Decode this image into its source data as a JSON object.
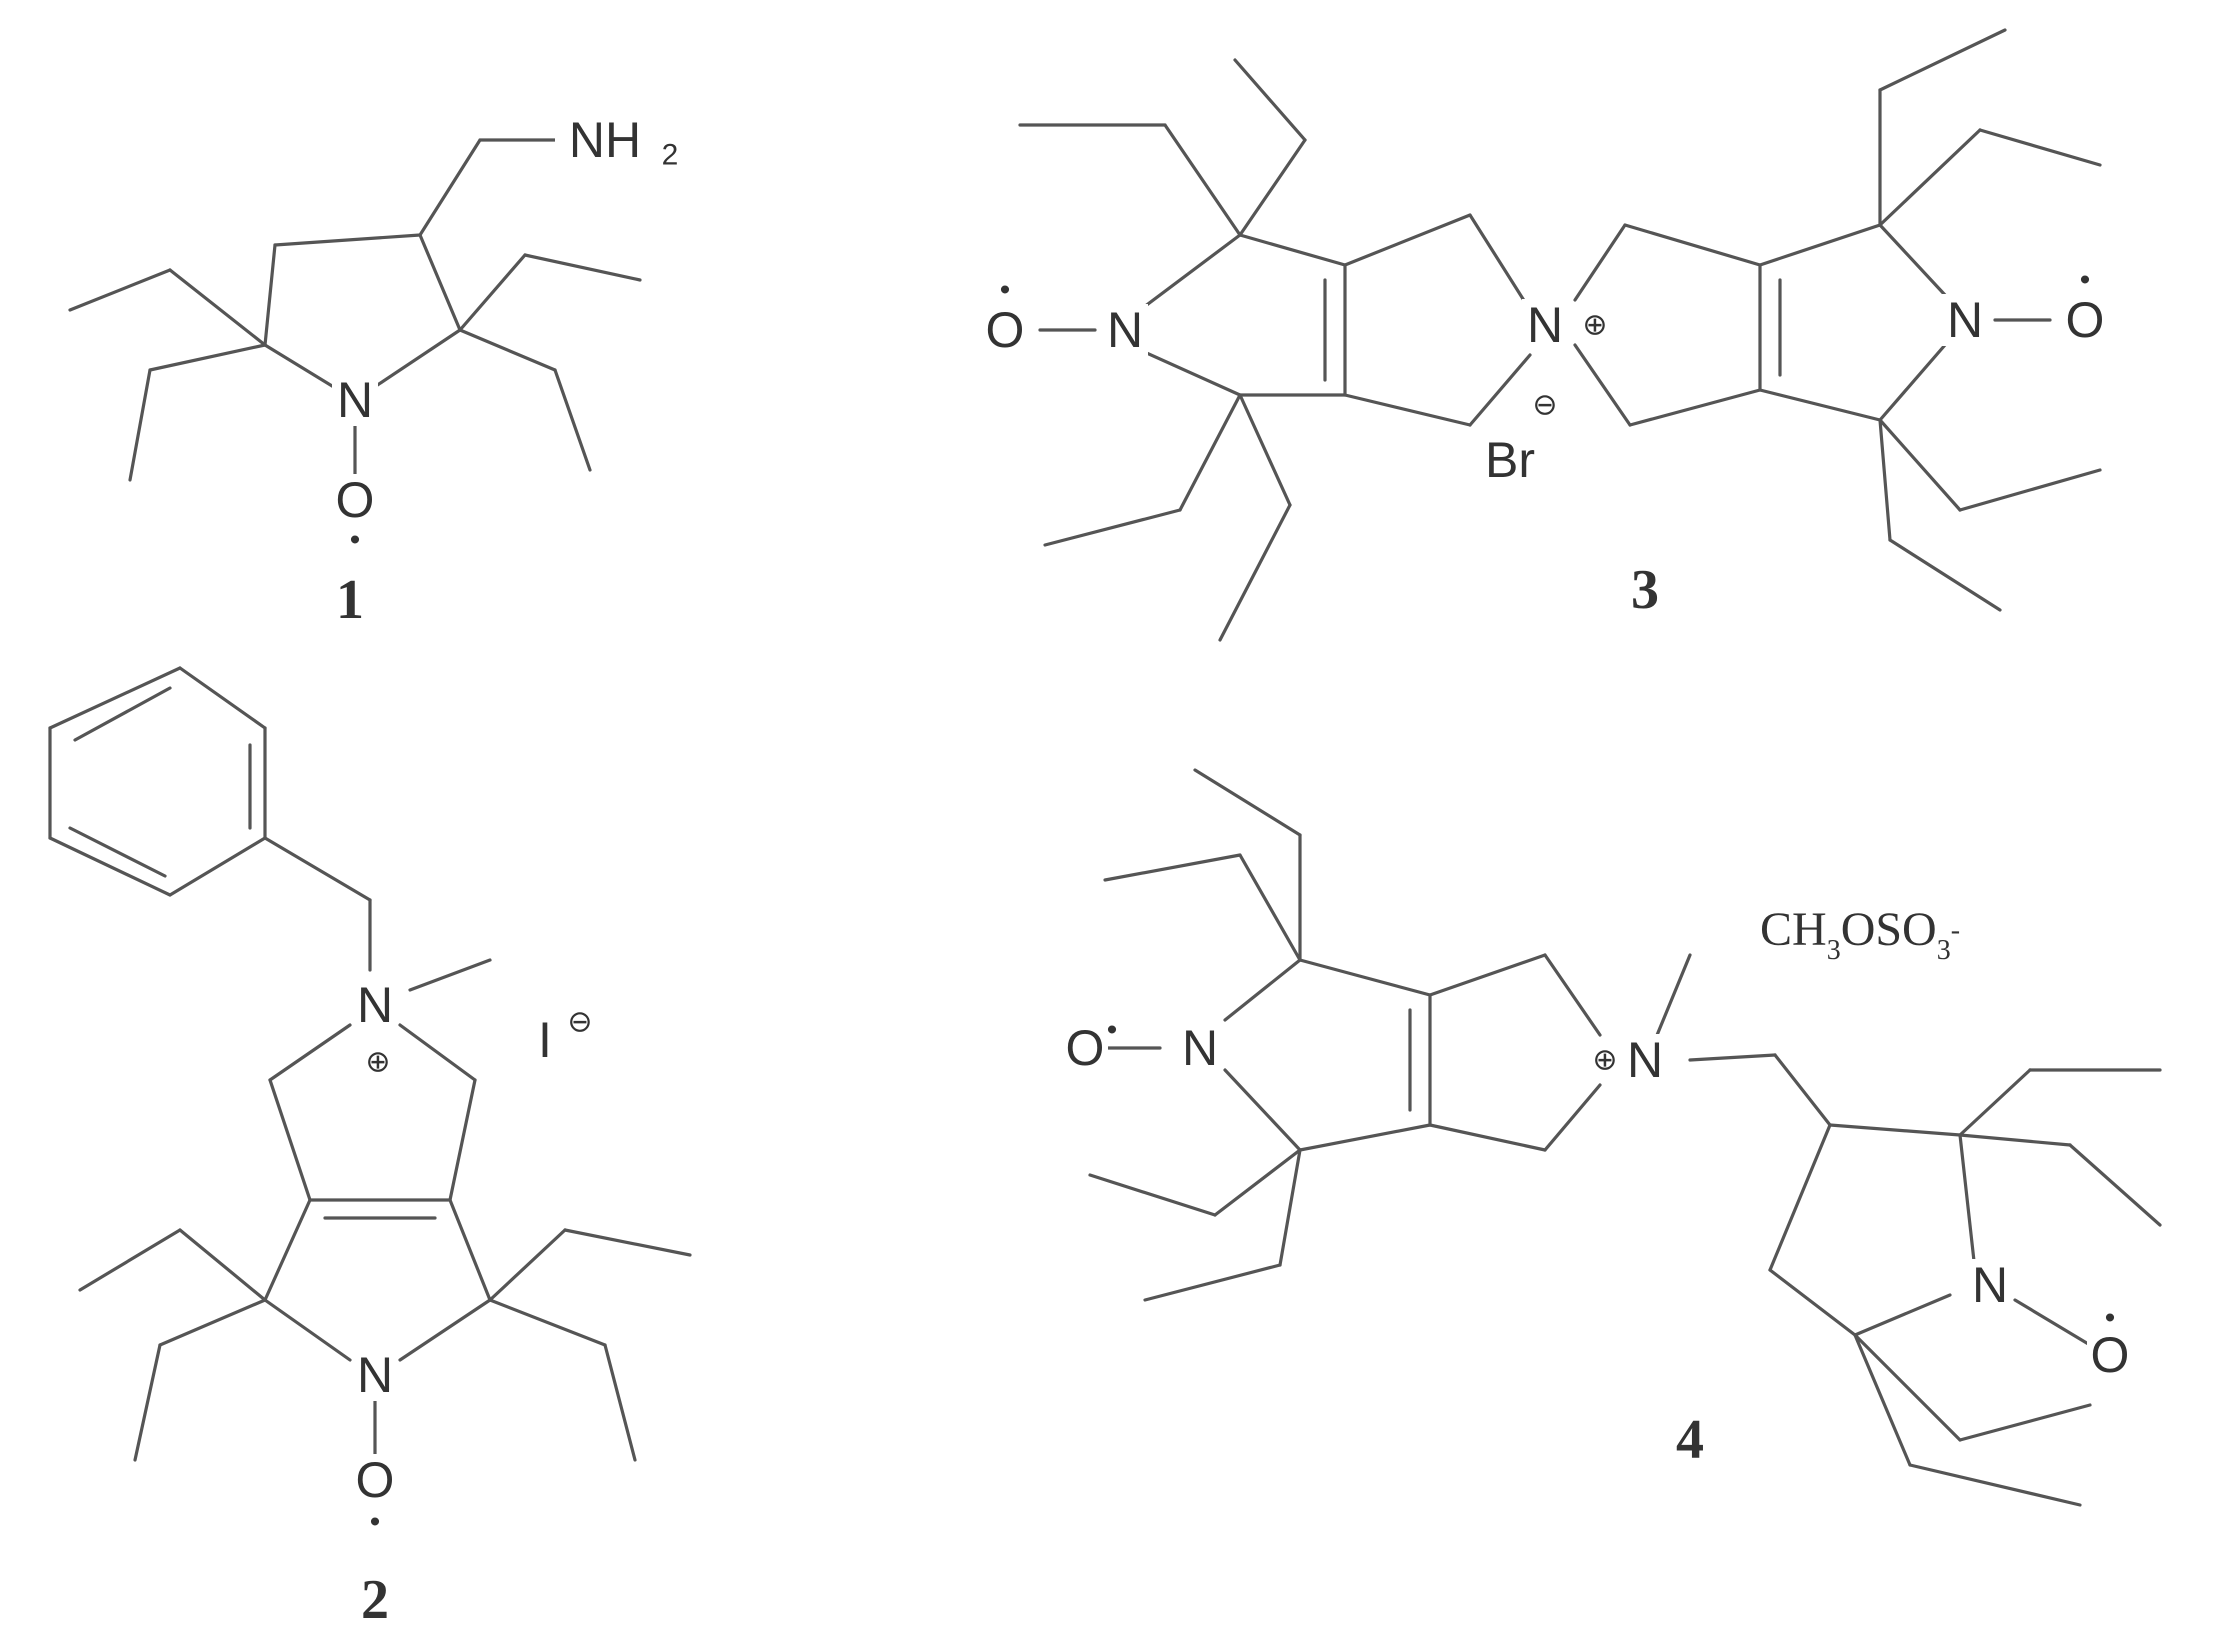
{
  "compounds": [
    {
      "number": "1"
    },
    {
      "number": "2",
      "counterion": "I"
    },
    {
      "number": "3",
      "counterion": "Br"
    },
    {
      "number": "4",
      "counterion": "CH3OSO3-"
    }
  ],
  "atoms": {
    "amine": "NH",
    "amine_subscript": "2",
    "nitrogen": "N",
    "oxygen": "O",
    "radical_dot": "•",
    "plus": "⊕",
    "minus": "⊖"
  },
  "compound4_salt": {
    "prefix": "CH",
    "sub1": "3",
    "middle": "OSO",
    "sub2": "3",
    "charge": "-"
  }
}
